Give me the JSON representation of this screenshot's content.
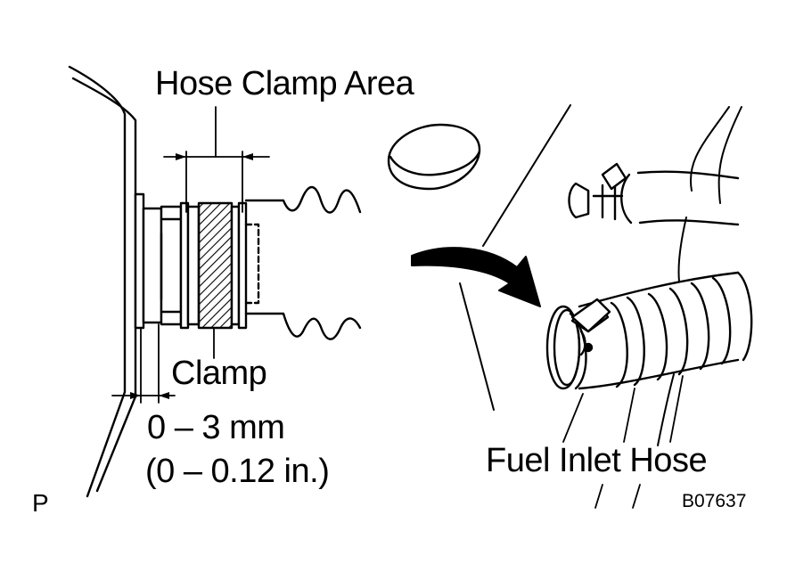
{
  "labels": {
    "hose_clamp_area": "Hose Clamp Area",
    "clamp": "Clamp",
    "range_mm": "0 – 3 mm",
    "range_in": "(0 – 0.12 in.)",
    "fuel_inlet_hose": "Fuel Inlet Hose",
    "view_marker": "P",
    "figure_code": "B07637"
  },
  "colors": {
    "line": "#000000",
    "background": "#ffffff"
  }
}
